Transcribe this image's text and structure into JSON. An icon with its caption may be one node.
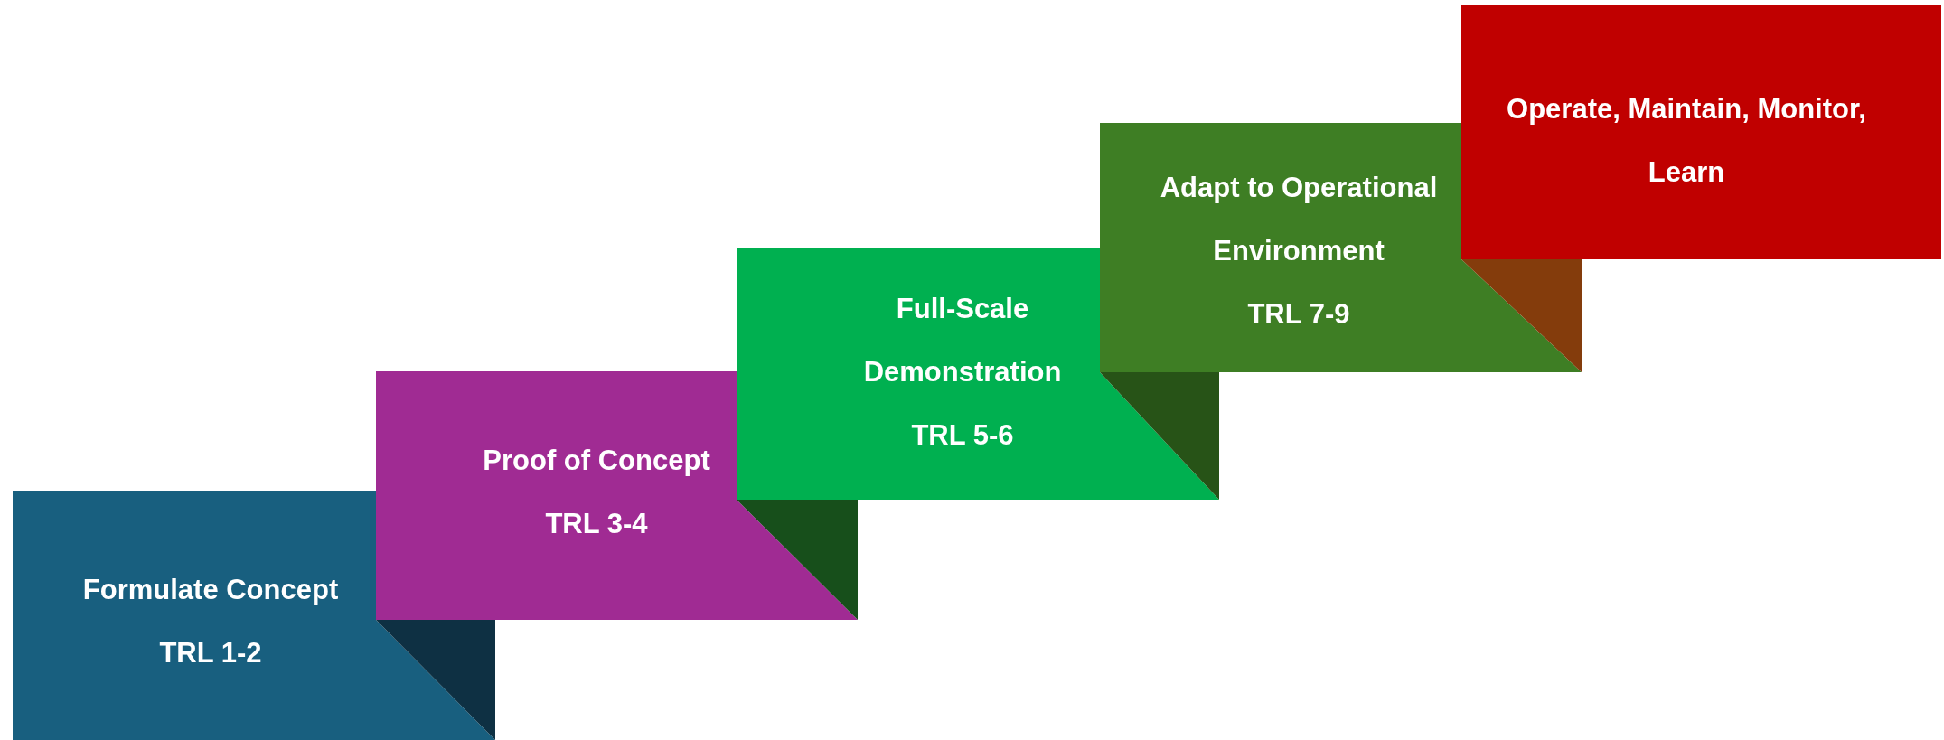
{
  "diagram": {
    "nodes": [
      {
        "text": [
          "Formulate Concept",
          "TRL 1-2"
        ]
      },
      {
        "text": [
          "Proof of Concept",
          "TRL 3-4"
        ]
      },
      {
        "text": [
          "Full-Scale Demonstration",
          "TRL 5-6"
        ]
      },
      {
        "text": [
          "Adapt to Operational Environment",
          "TRL 7-9"
        ]
      },
      {
        "text": [
          "Operate, Maintain, Monitor, Learn"
        ]
      }
    ]
  }
}
